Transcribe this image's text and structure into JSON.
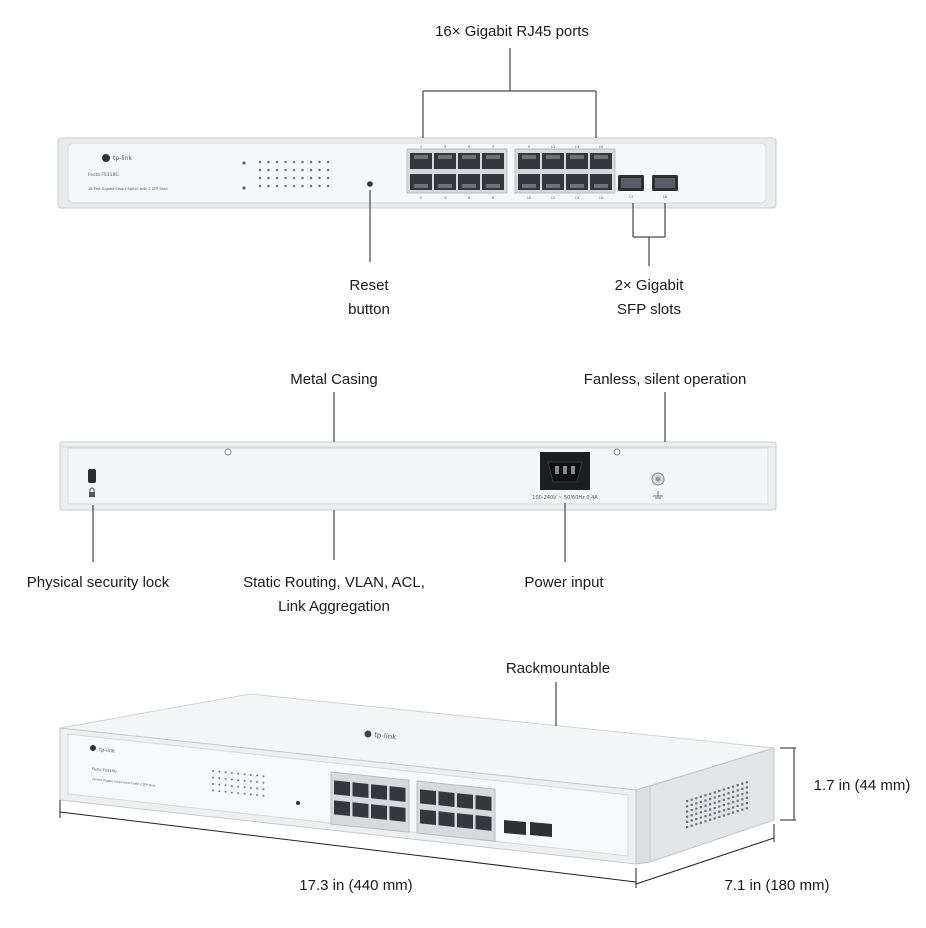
{
  "front_view": {
    "label_ports": "16× Gigabit RJ45 ports",
    "label_reset_1": "Reset",
    "label_reset_2": "button",
    "label_sfp_1": "2× Gigabit",
    "label_sfp_2": "SFP slots",
    "brand": "tp-link",
    "model": "Festa FS318G",
    "model_desc": "16-Port Gigabit Smart Switch with 2 SFP Slots",
    "port_numbers_top": [
      "1",
      "3",
      "5",
      "7",
      "9",
      "11",
      "13",
      "15"
    ],
    "port_numbers_bottom": [
      "2",
      "4",
      "6",
      "8",
      "10",
      "12",
      "14",
      "16"
    ],
    "sfp_numbers": [
      "17",
      "18"
    ]
  },
  "rear_view": {
    "label_casing": "Metal Casing",
    "label_fanless": "Fanless, silent operation",
    "label_lock": "Physical security lock",
    "label_features_1": "Static Routing, VLAN, ACL,",
    "label_features_2": "Link Aggregation",
    "label_power": "Power input",
    "power_rating": "100-240V ~ 50/60Hz 0.4A"
  },
  "perspective_view": {
    "label_rack": "Rackmountable",
    "label_height": "1.7 in (44 mm)",
    "label_width": "17.3 in (440 mm)",
    "label_depth": "7.1 in (180 mm)"
  },
  "colors": {
    "casing": "#f2f3f5",
    "casing_edge": "#c9ccd1",
    "port": "#3a3d42",
    "line": "#222222"
  }
}
